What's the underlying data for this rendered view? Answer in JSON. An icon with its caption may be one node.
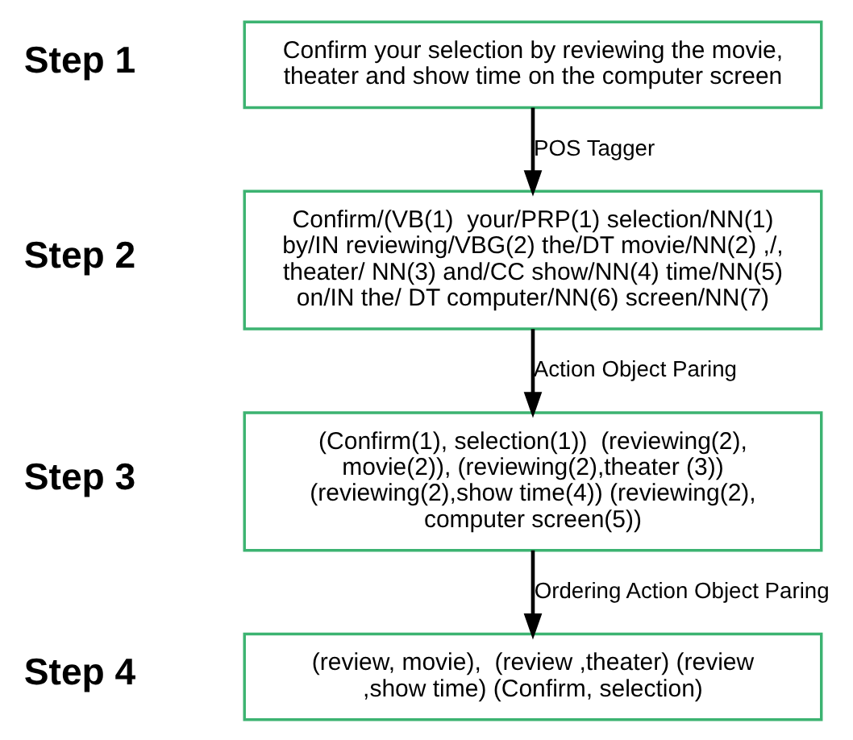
{
  "diagram": {
    "nodes": [
      {
        "text": [
          "Confirm your selection by reviewing the movie, theater and show time on the computer screen"
        ],
        "beside": [
          "Step 1"
        ]
      },
      {
        "text": [
          "Confirm/(VB(1)  your/PRP(1) selection/NN(1) by/IN reviewing/VBG(2) the/DT movie/NN(2) ,/, theater/ NN(3) and/CC show/NN(4) time/NN(5) on/IN the/ DT computer/NN(6) screen/NN(7)"
        ],
        "beside": [
          "Step 2"
        ]
      },
      {
        "text": [
          "(Confirm(1), selection(1))  (reviewing(2), movie(2)), (reviewing(2),theater (3)) (reviewing(2),show time(4)) (reviewing(2), computer screen(5))"
        ],
        "beside": [
          "Step 3"
        ]
      },
      {
        "text": [
          "(review, movie),  (review ,theater) (review ,show time) (Confirm, selection)"
        ],
        "beside": [
          "Step 4"
        ]
      }
    ],
    "edges": [
      {
        "from": 0,
        "to": 1,
        "arrow": "to",
        "label": "POS Tagger"
      },
      {
        "from": 1,
        "to": 2,
        "arrow": "to",
        "label": "Action Object Paring"
      },
      {
        "from": 2,
        "to": 3,
        "arrow": "to",
        "label": "Ordering Action Object Paring"
      }
    ]
  }
}
